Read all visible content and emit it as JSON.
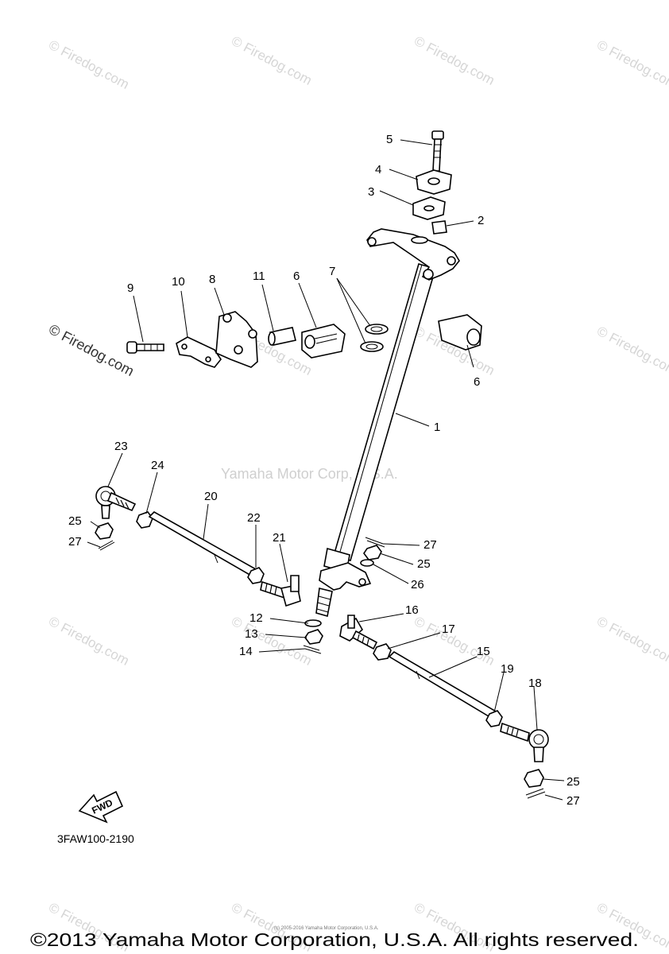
{
  "watermark": {
    "brand": "© Firedog.com",
    "center": "Yamaha Motor Corp, U.S.A."
  },
  "diagram_code": "3FAW100-2190",
  "fwd_label": "FWD",
  "copyright": "©2013 Yamaha Motor Corporation, U.S.A. All rights reserved.",
  "small_print": "(c) 2005-2016 Yamaha Motor Corporation, U.S.A.",
  "callouts": {
    "c1": "1",
    "c2": "2",
    "c3": "3",
    "c4": "4",
    "c5": "5",
    "c6a": "6",
    "c6b": "6",
    "c7": "7",
    "c8": "8",
    "c9": "9",
    "c10": "10",
    "c11": "11",
    "c12": "12",
    "c13": "13",
    "c14": "14",
    "c15": "15",
    "c16": "16",
    "c17": "17",
    "c18": "18",
    "c19": "19",
    "c20": "20",
    "c21": "21",
    "c22": "22",
    "c23": "23",
    "c24": "24",
    "c25a": "25",
    "c25b": "25",
    "c25c": "25",
    "c26": "26",
    "c27a": "27",
    "c27b": "27",
    "c27c": "27"
  }
}
